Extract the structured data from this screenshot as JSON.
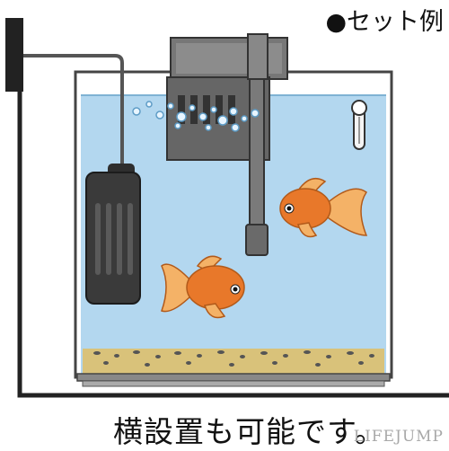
{
  "caption": {
    "title": "●セット例",
    "bottom": "横設置も可能です。"
  },
  "watermark": "LIFEJUMP",
  "colors": {
    "water": "#b3d7ef",
    "outline": "#222222",
    "fish_body": "#e8782a",
    "fish_fin": "#f4b267",
    "gravel": "#d9c27a",
    "device": "#3a3a3a"
  },
  "icons": {
    "heater": "aquarium-heater-icon",
    "filter": "hang-on-filter-icon",
    "thermometer": "thermometer-icon",
    "fish": "goldfish-icon"
  }
}
